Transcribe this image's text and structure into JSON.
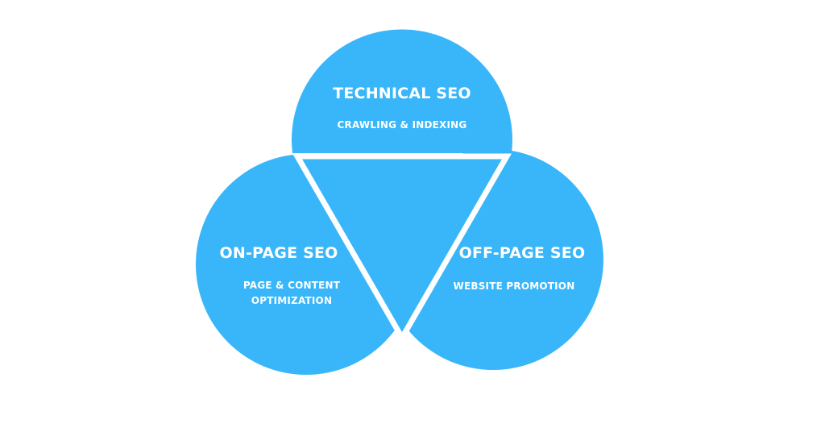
{
  "colors": {
    "circle_fill": "#38b6f9",
    "triangle_stroke": "#ffffff",
    "text": "#ffffff",
    "background": "#ffffff"
  },
  "technical": {
    "title": "TECHNICAL SEO",
    "subtitle": "CRAWLING & INDEXING"
  },
  "on_page": {
    "title": "ON-PAGE SEO",
    "subtitle_line1": "PAGE & CONTENT",
    "subtitle_line2": "OPTIMIZATION"
  },
  "off_page": {
    "title": "OFF-PAGE SEO",
    "subtitle": "WEBSITE PROMOTION"
  }
}
